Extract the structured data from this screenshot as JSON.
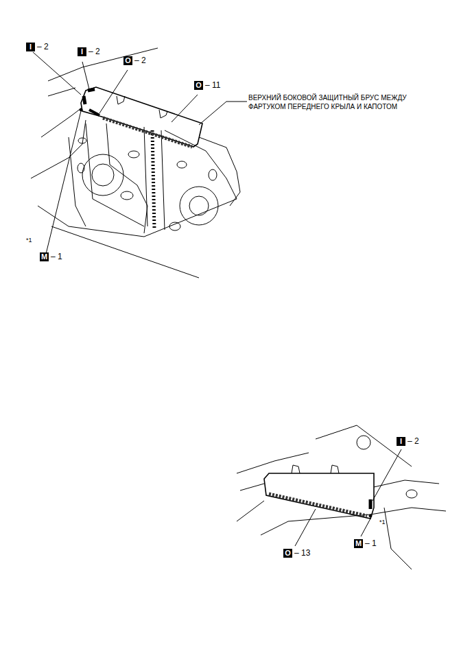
{
  "diagram": {
    "nodes": [
      {
        "text": [
          "I"
        ]
      },
      {
        "text": [
          "I"
        ]
      },
      {
        "text": [
          "O"
        ]
      },
      {
        "text": [
          "O"
        ]
      },
      {
        "text": [
          "M"
        ]
      },
      {
        "text": [
          "I"
        ]
      },
      {
        "text": [
          "O"
        ]
      },
      {
        "text": [
          "M"
        ]
      }
    ],
    "labels": [
      "– 2",
      "– 2",
      "– 2",
      "– 11",
      "ВЕРХНИЙ БОКОВОЙ ЗАЩИТНЫЙ БРУС МЕЖДУ ФАРТУКОМ ПЕРЕДНЕГО КРЫЛА И КАПОТОМ",
      "*1",
      "– 1",
      "– 2",
      "– 13",
      "*1",
      "– 1"
    ]
  }
}
